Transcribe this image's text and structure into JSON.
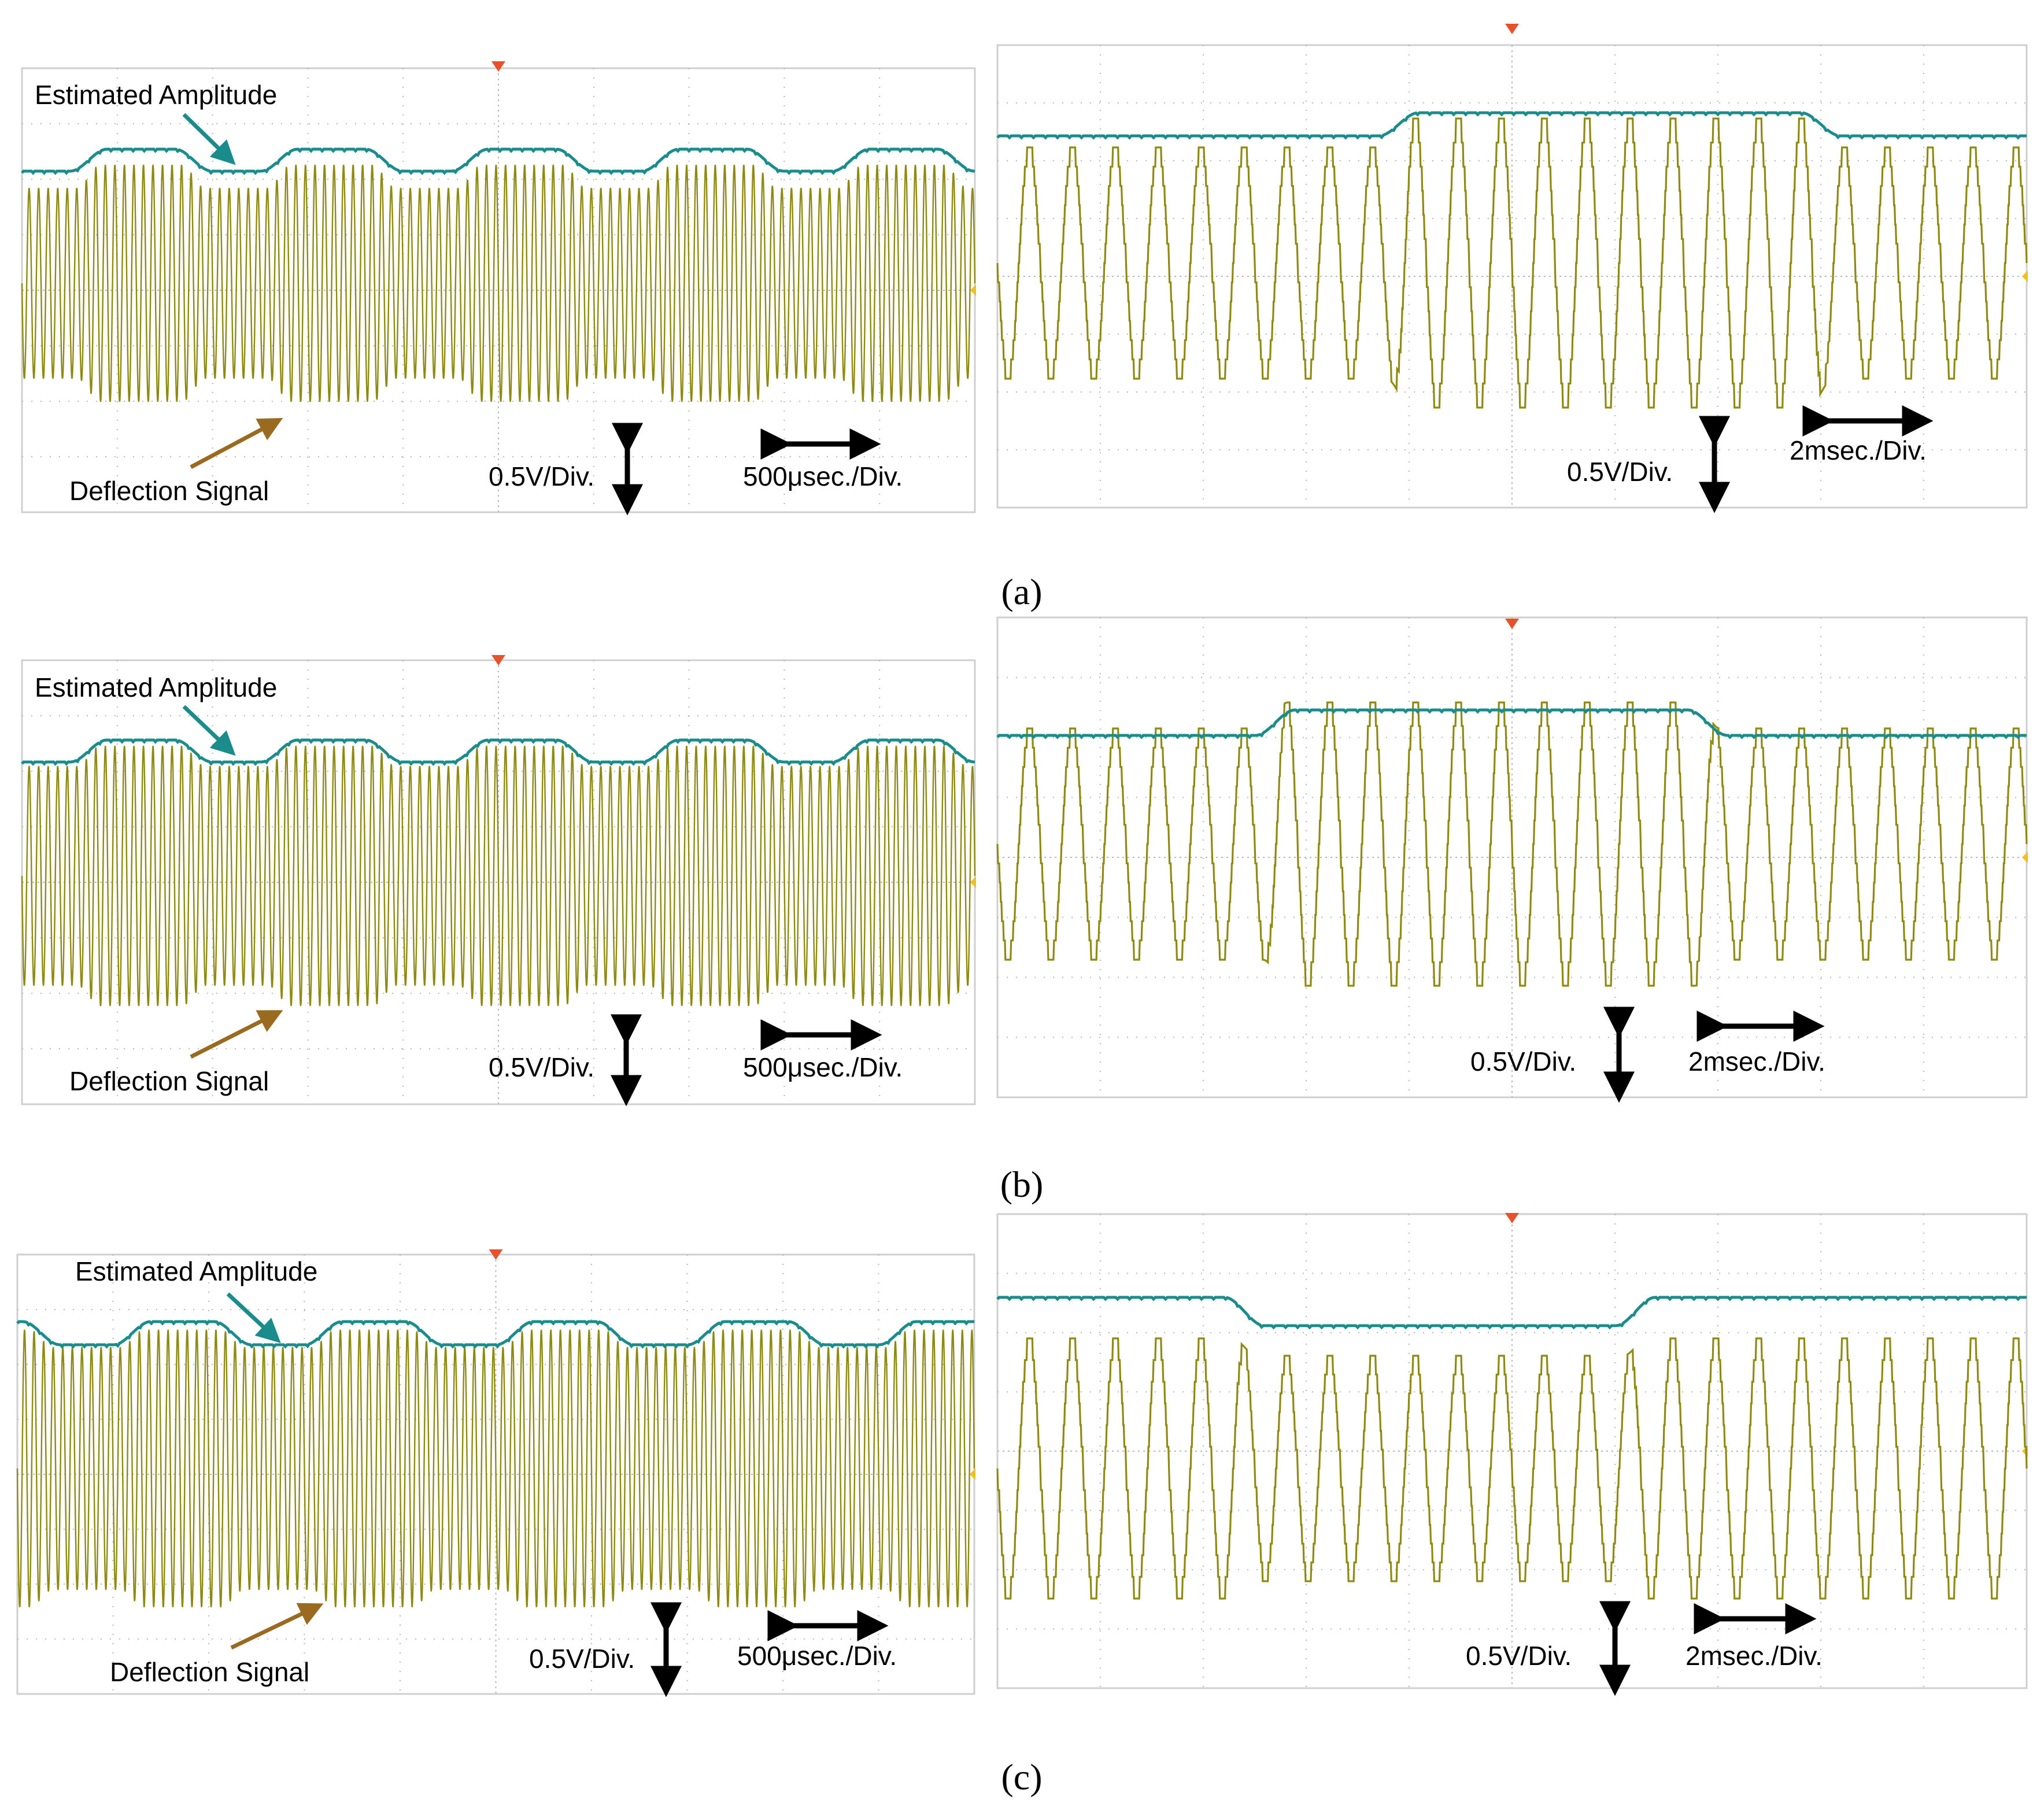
{
  "figure": {
    "rows": [
      {
        "caption": "(a)"
      },
      {
        "caption": "(b)"
      },
      {
        "caption": "(c)"
      }
    ]
  },
  "colors": {
    "deflection": "#8f8a10",
    "estimated": "#1a8c8c",
    "grid": "#b8b8b8",
    "frame": "#cfcfcf",
    "trigger_marker": "#e8522a",
    "level_marker": "#f0c020",
    "arrow_teal": "#1a8c8c",
    "arrow_brown": "#9a6a20"
  },
  "labels": {
    "estimated_amplitude": "Estimated Amplitude",
    "deflection_signal": "Deflection Signal",
    "volt_div": "0.5V/Div.",
    "time_div_left": "500μsec./Div.",
    "time_div_right": "2msec./Div."
  },
  "chart_data": [
    {
      "panel": "a-left",
      "type": "line",
      "time_per_div": "500μsec./Div.",
      "volt_per_div": "0.5V/Div.",
      "series": [
        {
          "name": "Estimated Amplitude",
          "pattern": "square-modulated envelope",
          "low_level": 1.0,
          "high_level": 1.15
        },
        {
          "name": "Deflection Signal",
          "pattern": "carrier sine modulated in amplitude"
        }
      ]
    },
    {
      "panel": "a-right",
      "type": "line",
      "time_per_div": "2msec./Div.",
      "volt_per_div": "0.5V/Div.",
      "series": [
        {
          "name": "Estimated Amplitude",
          "low_level": 1.0,
          "high_level": 1.15
        },
        {
          "name": "Deflection Signal"
        }
      ]
    },
    {
      "panel": "b-left",
      "type": "line",
      "time_per_div": "500μsec./Div.",
      "volt_per_div": "0.5V/Div.",
      "series": [
        {
          "name": "Estimated Amplitude",
          "low_level": 1.0,
          "high_level": 1.15
        },
        {
          "name": "Deflection Signal"
        }
      ]
    },
    {
      "panel": "b-right",
      "type": "line",
      "time_per_div": "2msec./Div.",
      "volt_per_div": "0.5V/Div.",
      "series": [
        {
          "name": "Estimated Amplitude",
          "low_level": 1.0,
          "high_level": 1.15
        },
        {
          "name": "Deflection Signal"
        }
      ]
    },
    {
      "panel": "c-left",
      "type": "line",
      "time_per_div": "500μsec./Div.",
      "volt_per_div": "0.5V/Div.",
      "series": [
        {
          "name": "Estimated Amplitude",
          "low_level": 1.0,
          "high_level": 1.15
        },
        {
          "name": "Deflection Signal"
        }
      ]
    },
    {
      "panel": "c-right",
      "type": "line",
      "time_per_div": "2msec./Div.",
      "volt_per_div": "0.5V/Div.",
      "series": [
        {
          "name": "Estimated Amplitude",
          "low_level": 0.85,
          "high_level": 1.0
        },
        {
          "name": "Deflection Signal"
        }
      ]
    }
  ]
}
